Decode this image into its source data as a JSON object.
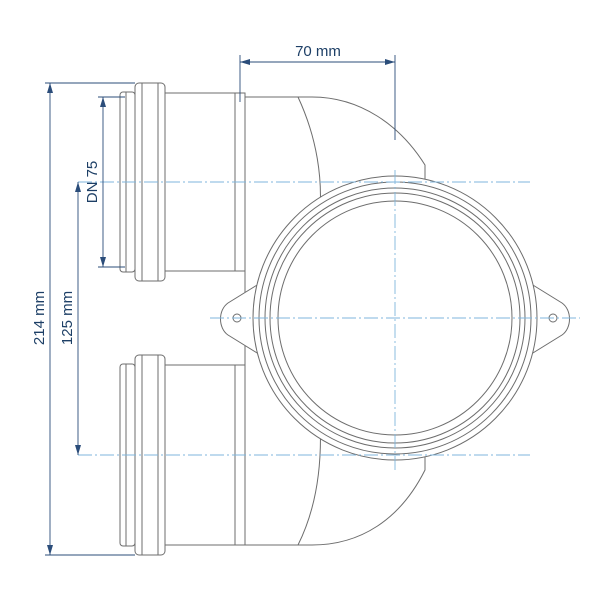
{
  "dimensions": {
    "width_label": "70 mm",
    "dn_label": "DN 75",
    "spacing_label": "125 mm",
    "height_label": "214 mm"
  },
  "colors": {
    "outline": "#6d6d6d",
    "centerline": "#7fb5dc",
    "dimension": "#2b4d7a",
    "label": "#1d3f66"
  }
}
